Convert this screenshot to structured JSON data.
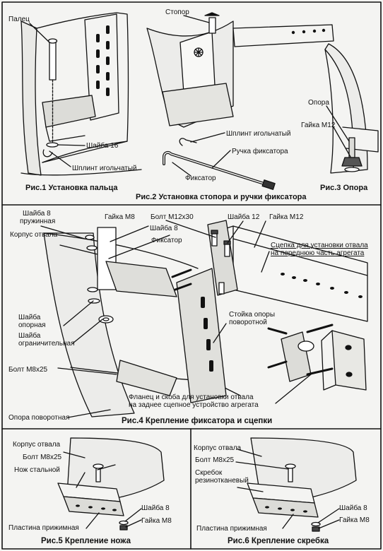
{
  "fig1": {
    "caption": "Рис.1  Установка пальца",
    "labels": {
      "palets": "Палец",
      "shayba16": "Шайба 16",
      "shplint": "Шплинт игольчатый"
    }
  },
  "fig2": {
    "caption": "Рис.2  Установка стопора и ручки фиксатора",
    "labels": {
      "stopor": "Стопор",
      "shplint": "Шплинт игольчатый",
      "ruchka": "Ручка фиксатора",
      "fiksator": "Фиксатор"
    }
  },
  "fig3": {
    "caption": "Рис.3  Опора",
    "labels": {
      "opora": "Опора",
      "gayka": "Гайка М12"
    }
  },
  "fig4": {
    "caption": "Рис.4  Крепление фиксатора и сцепки",
    "labels": {
      "shayba8_pruzh_1": "Шайба 8",
      "shayba8_pruzh_2": "пружинная",
      "gayka_m8": "Гайка М8",
      "bolt_m12x30": "Болт М12x30",
      "shayba12": "Шайба 12",
      "gayka_m12": "Гайка М12",
      "korpus": "Корпус отвала",
      "shayba8": "Шайба 8",
      "fiksator": "Фиксатор",
      "stsepka_1": "Сцепка для установки отвала",
      "stsepka_2": "на переднюю часть агрегата",
      "shayba_opor_1": "Шайба",
      "shayba_opor_2": "опорная",
      "shayba_ogr_1": "Шайба",
      "shayba_ogr_2": "ограничительная",
      "stoyka_1": "Стойка опоры",
      "stoyka_2": "поворотной",
      "bolt_m8x25": "Болт М8x25",
      "flanets_1": "Фланец и скоба для установки отвала",
      "flanets_2": "на заднее сцепное устройство агрегата",
      "opora_pov": "Опора поворотная"
    }
  },
  "fig5": {
    "caption": "Рис.5   Крепление ножа",
    "labels": {
      "korpus": "Корпус отвала",
      "bolt": "Болт М8x25",
      "nozh": "Нож стальной",
      "shayba8": "Шайба 8",
      "gayka": "Гайка М8",
      "plastina": "Пластина прижимная"
    }
  },
  "fig6": {
    "caption": "Рис.6   Крепление скребка",
    "labels": {
      "korpus": "Корпус отвала",
      "bolt": "Болт М8x25",
      "skrebok_1": "Скребок",
      "skrebok_2": "резинотканевый",
      "shayba8": "Шайба 8",
      "gayka": "Гайка М8",
      "plastina": "Пластина прижимная"
    }
  }
}
